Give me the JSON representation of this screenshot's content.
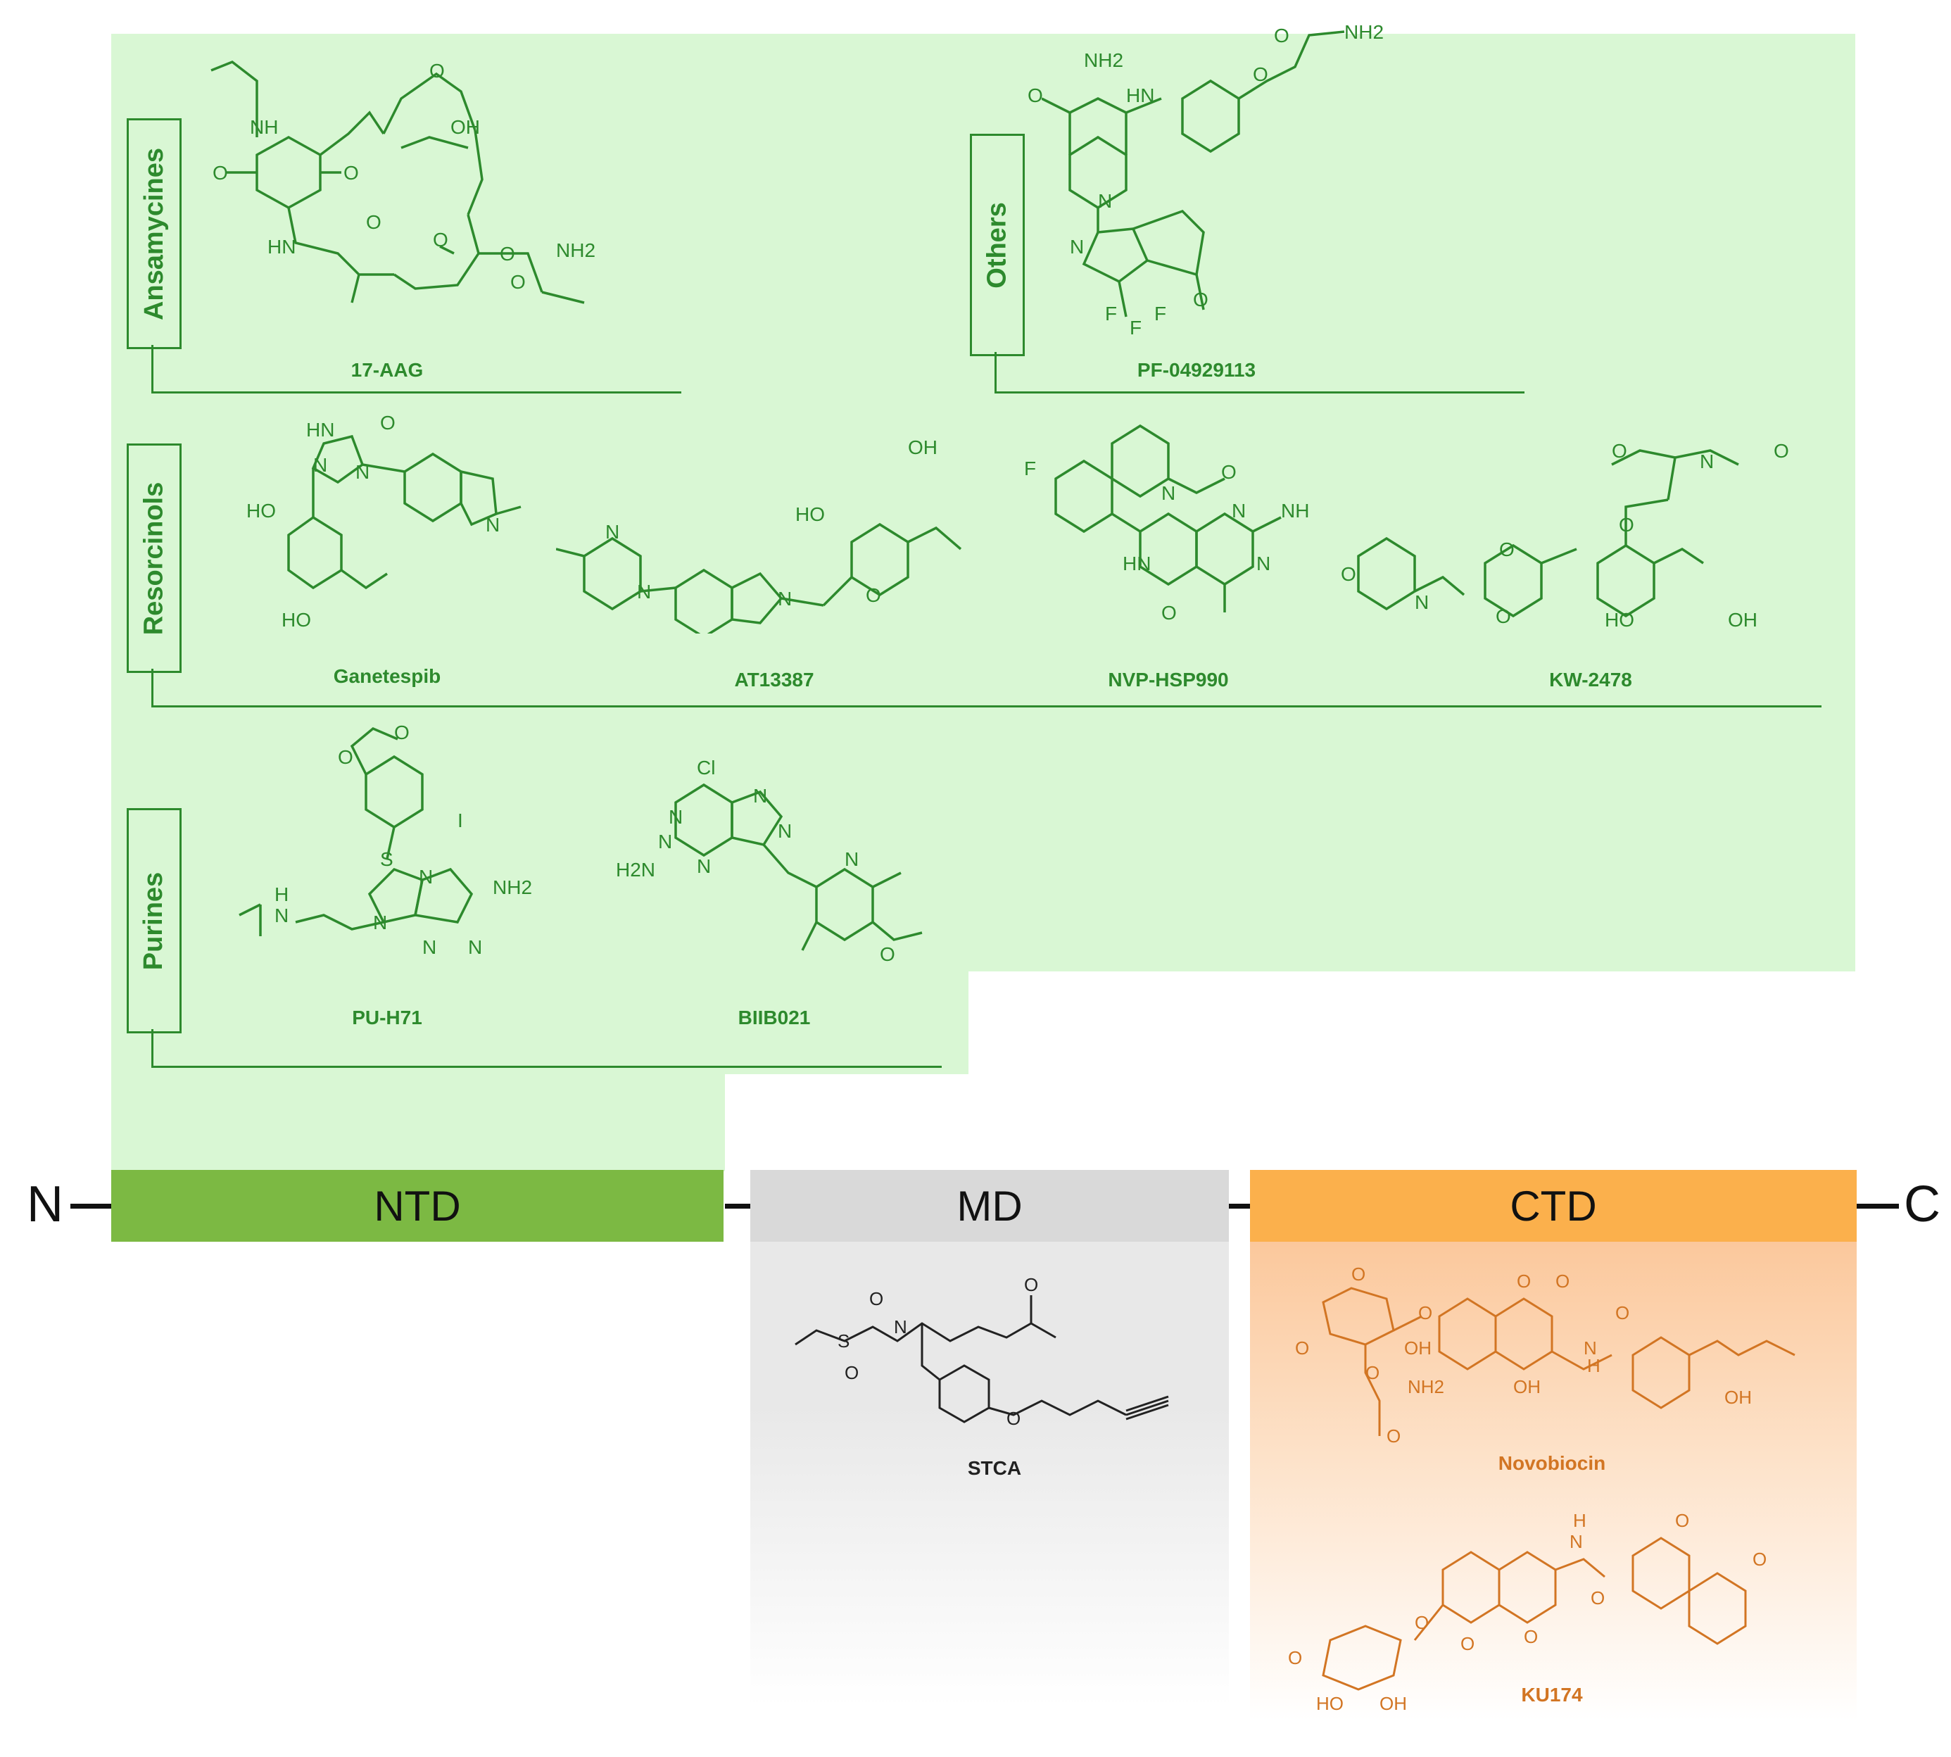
{
  "terminals": {
    "n": "N",
    "c": "C"
  },
  "domains": {
    "ntd": {
      "label": "NTD",
      "color": "#7cb943"
    },
    "md": {
      "label": "MD",
      "color": "#d9d9d9"
    },
    "ctd": {
      "label": "CTD",
      "color": "#fbb04c"
    }
  },
  "classes": {
    "ansamycines": "Ansamycines",
    "others": "Others",
    "resorcinols": "Resorcinols",
    "purines": "Purines"
  },
  "compounds": {
    "aag": "17-AAG",
    "pf": "PF-04929113",
    "ganetespib": "Ganetespib",
    "at13387": "AT13387",
    "nvp": "NVP-HSP990",
    "kw": "KW-2478",
    "puh71": "PU-H71",
    "biib021": "BIIB021",
    "stca": "STCA",
    "novobiocin": "Novobiocin",
    "ku174": "KU174"
  },
  "atom_labels": {
    "aag": [
      "NH",
      "O",
      "O",
      "OH",
      "HN",
      "O",
      "O",
      "O",
      "O",
      "NH2",
      "O"
    ],
    "pf": [
      "NH2",
      "O",
      "HN",
      "O",
      "O",
      "NH2",
      "N",
      "N",
      "O",
      "F",
      "F",
      "F"
    ],
    "ganetespib": [
      "HN",
      "O",
      "N",
      "N",
      "HO",
      "HO",
      "N"
    ],
    "at13387": [
      "N",
      "N",
      "N",
      "HO",
      "OH",
      "O"
    ],
    "nvp": [
      "F",
      "N",
      "O",
      "N",
      "NH",
      "HN",
      "N",
      "O"
    ],
    "kw": [
      "O",
      "N",
      "O",
      "O",
      "O",
      "N",
      "O",
      "O",
      "HO",
      "OH"
    ],
    "puh71": [
      "O",
      "O",
      "I",
      "S",
      "N",
      "NH2",
      "H",
      "N",
      "N",
      "N",
      "N"
    ],
    "biib021": [
      "Cl",
      "N",
      "N",
      "N",
      "H2N",
      "N",
      "N",
      "N",
      "O"
    ],
    "stca": [
      "O",
      "S",
      "O",
      "N",
      "O",
      "O"
    ],
    "novobiocin": [
      "O",
      "O",
      "O",
      "O",
      "OH",
      "O",
      "NH2",
      "O",
      "OH",
      "N",
      "H",
      "O",
      "OH",
      "O"
    ],
    "ku174": [
      "N",
      "H",
      "O",
      "O",
      "O",
      "O",
      "O",
      "HO",
      "OH",
      "O",
      "O"
    ]
  }
}
